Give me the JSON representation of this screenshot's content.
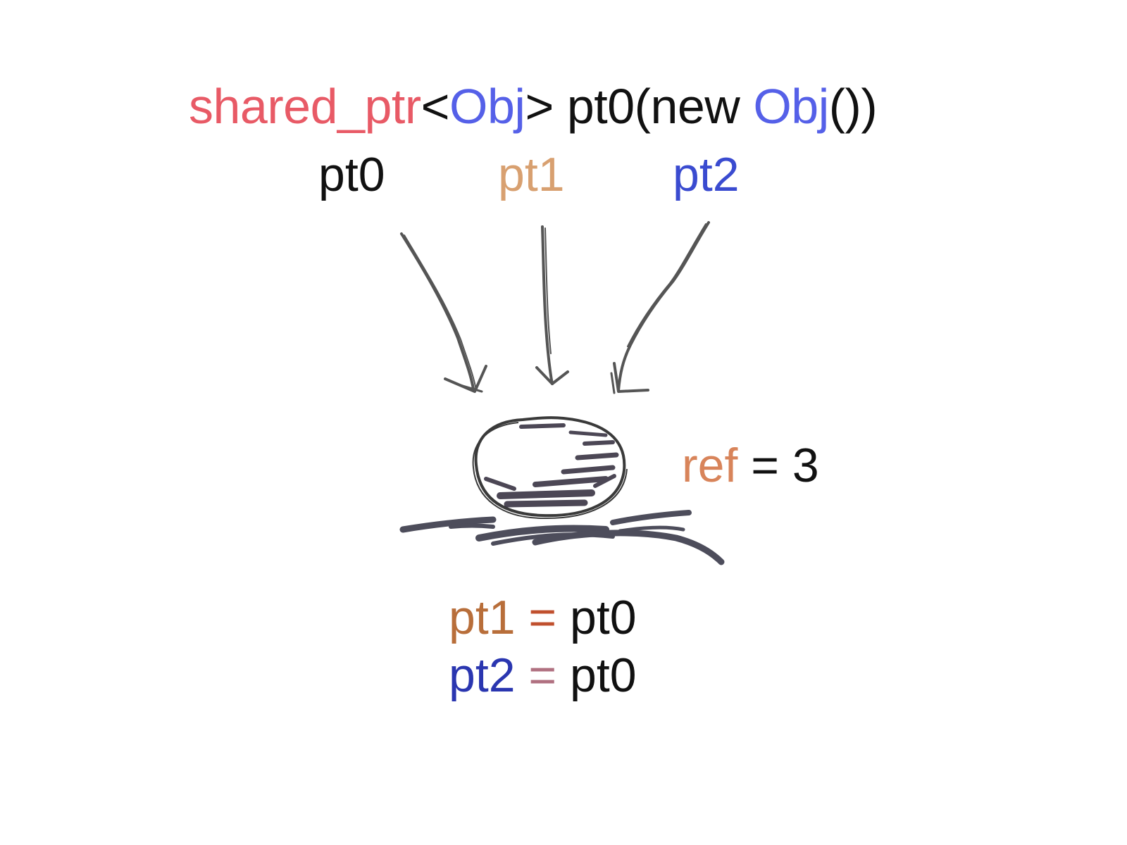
{
  "declaration": {
    "type_name": "shared_ptr",
    "open_angle": "<",
    "template_arg": "Obj",
    "close_angle": ">",
    "variable": " pt0(new ",
    "ctor_type": "Obj",
    "ctor_call": "())"
  },
  "pointers": [
    {
      "label": "pt0",
      "color": "#111111"
    },
    {
      "label": "pt1",
      "color": "#d8a070"
    },
    {
      "label": "pt2",
      "color": "#3a4bd0"
    }
  ],
  "refcount": {
    "name": "ref",
    "equals": " = ",
    "value": "3"
  },
  "assignments": [
    {
      "lhs": "pt1",
      "op": " = ",
      "rhs": "pt0"
    },
    {
      "lhs": "pt2",
      "op": " = ",
      "rhs": "pt0"
    }
  ],
  "colors": {
    "type_name": "#e85a66",
    "template_arg": "#5560e8",
    "text": "#111111",
    "ref": "#d8845a",
    "assign_pt1": "#b86e3a",
    "assign_pt2": "#2a36b0",
    "assign_op1": "#c0502e",
    "assign_op2": "#b07080",
    "sketch_stroke": "#3a3a3a"
  }
}
